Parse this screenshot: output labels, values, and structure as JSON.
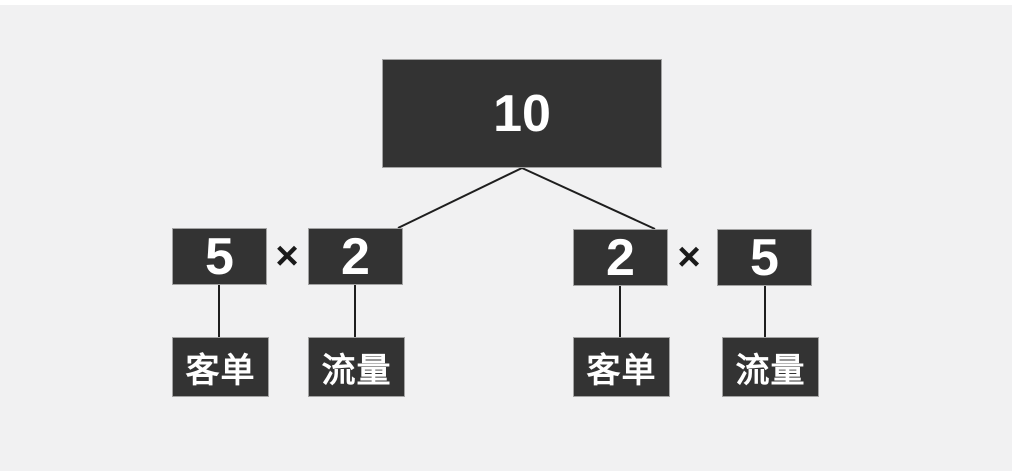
{
  "slide": {
    "page_background": "#ffffff",
    "slide_background": "#f1f1f2"
  },
  "colors": {
    "box_fill": "#333333",
    "box_border": "#a3a3a3",
    "box_text": "#ffffff",
    "connector_line": "#1e1e1e",
    "operator_text": "#1a1a1a"
  },
  "tree": {
    "root": {
      "value": "10"
    },
    "groups": [
      {
        "operator": "×",
        "factors": [
          {
            "value": "5",
            "label": "客单"
          },
          {
            "value": "2",
            "label": "流量"
          }
        ]
      },
      {
        "operator": "×",
        "factors": [
          {
            "value": "2",
            "label": "客单"
          },
          {
            "value": "5",
            "label": "流量"
          }
        ]
      }
    ]
  }
}
